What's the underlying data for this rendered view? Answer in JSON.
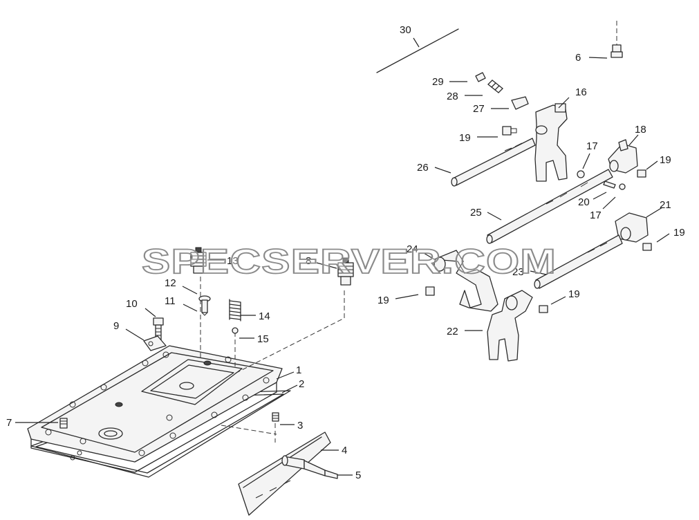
{
  "watermark": "SPECSERVER.COM",
  "callouts": {
    "c1": "1",
    "c2": "2",
    "c3": "3",
    "c4": "4",
    "c5": "5",
    "c6": "6",
    "c7": "7",
    "c8": "8",
    "c9": "9",
    "c10": "10",
    "c11": "11",
    "c12": "12",
    "c13": "13",
    "c14": "14",
    "c15": "15",
    "c16": "16",
    "c17a": "17",
    "c17b": "17",
    "c18": "18",
    "c19a": "19",
    "c19b": "19",
    "c19c": "19",
    "c19d": "19",
    "c19e": "19",
    "c20": "20",
    "c21": "21",
    "c22": "22",
    "c23": "23",
    "c24": "24",
    "c25": "25",
    "c26": "26",
    "c27": "27",
    "c28": "28",
    "c29": "29",
    "c30": "30"
  }
}
